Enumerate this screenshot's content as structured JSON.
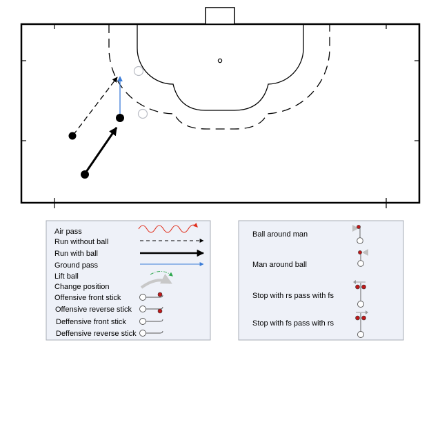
{
  "legend_left": {
    "items": [
      {
        "label": "Air pass",
        "icon": "wavy-red-arrow-icon"
      },
      {
        "label": "Run without ball",
        "icon": "dashed-arrow-icon"
      },
      {
        "label": "Run with ball",
        "icon": "thick-arrow-icon"
      },
      {
        "label": "Ground pass",
        "icon": "blue-arrow-icon"
      },
      {
        "label": "Lift ball",
        "icon": "green-dashdot-curve-icon"
      },
      {
        "label": "Change position",
        "icon": "grey-curved-arrow-icon"
      },
      {
        "label": "Offensive front stick",
        "icon": "offensive-front-stick-icon"
      },
      {
        "label": "Offensive reverse stick",
        "icon": "offensive-reverse-stick-icon"
      },
      {
        "label": "Deffensive front stick",
        "icon": "defensive-front-stick-icon"
      },
      {
        "label": "Deffensive reverse stick",
        "icon": "defensive-reverse-stick-icon"
      }
    ]
  },
  "legend_right": {
    "items": [
      {
        "label": "Ball around man",
        "icon": "ball-around-man-icon"
      },
      {
        "label": "Man around ball",
        "icon": "man-around-ball-icon"
      },
      {
        "label": "Stop with rs pass with fs",
        "icon": "stop-rs-pass-fs-icon"
      },
      {
        "label": "Stop with fs pass with rs",
        "icon": "stop-fs-pass-rs-icon"
      }
    ]
  },
  "colors": {
    "line": "#000000",
    "ground_pass": "#3b7dd8",
    "air_pass": "#e0301e",
    "lift_ball": "#2fa84f",
    "change_position": "#c8c8c8",
    "defender": "#ffffff",
    "ball": "#c0191a",
    "legend_bg": "#eef1f8",
    "legend_border": "#a7acb6"
  }
}
